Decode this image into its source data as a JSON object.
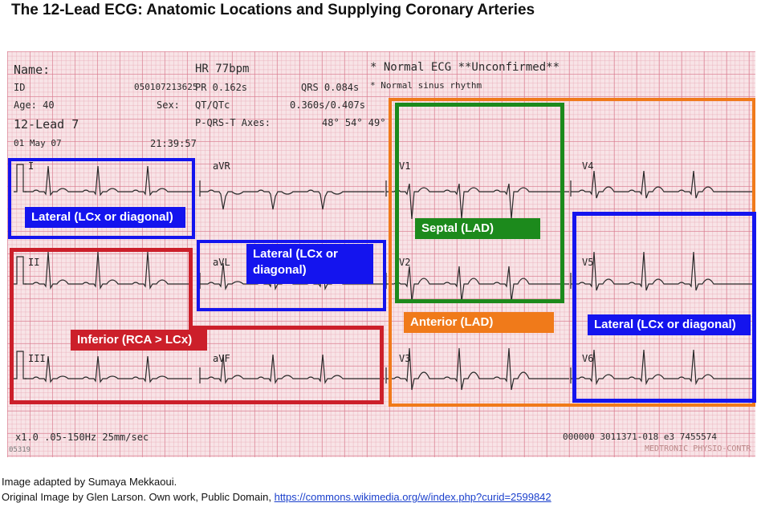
{
  "title": "The 12-Lead ECG: Anatomic Locations and Supplying Coronary Arteries",
  "ecg_header": {
    "name": "Name:",
    "id_label": "ID",
    "id_value": "050107213625",
    "age": "Age: 40",
    "sex": "Sex:",
    "lead_title": "12-Lead 7",
    "date": "01 May 07",
    "time": "21:39:57",
    "hr": "HR 77bpm",
    "pr": "PR 0.162s",
    "qt": "QT/QTc",
    "pqrst": "P-QRS-T Axes:",
    "qrs": "QRS 0.084s",
    "qtc_value": "0.360s/0.407s",
    "axes_value": "48° 54° 49°",
    "interp1": "* Normal ECG **Unconfirmed**",
    "interp2": "* Normal sinus rhythm"
  },
  "leads": {
    "i": "I",
    "ii": "II",
    "iii": "III",
    "avr": "aVR",
    "avl": "aVL",
    "avf": "aVF",
    "v1": "V1",
    "v2": "V2",
    "v3": "V3",
    "v4": "V4",
    "v5": "V5",
    "v6": "V6"
  },
  "ecg_footer": {
    "left": "x1.0 .05-150Hz 25mm/sec",
    "right": "000000 3011371-018 e3 7455574",
    "brand": "MEDTRONIC PHYSIO-CONTR",
    "code": "05319"
  },
  "regions": {
    "lateral_i": "Lateral (LCx or diagonal)",
    "lateral_avl": "Lateral (LCx or diagonal)",
    "inferior": "Inferior (RCA > LCx)",
    "septal": "Septal (LAD)",
    "anterior": "Anterior (LAD)",
    "lateral_v5v6": "Lateral (LCx or diagonal)"
  },
  "colors": {
    "blue": "#1414ee",
    "red": "#cc1f2a",
    "green": "#1c8a1c",
    "orange": "#f07a1a"
  },
  "credit": {
    "line1": "Image adapted by Sumaya Mekkaoui.",
    "line2": "Original Image by Glen Larson. Own work,  Public Domain, ",
    "link": "https://commons.wikimedia.org/w/index.php?curid=2599842"
  }
}
